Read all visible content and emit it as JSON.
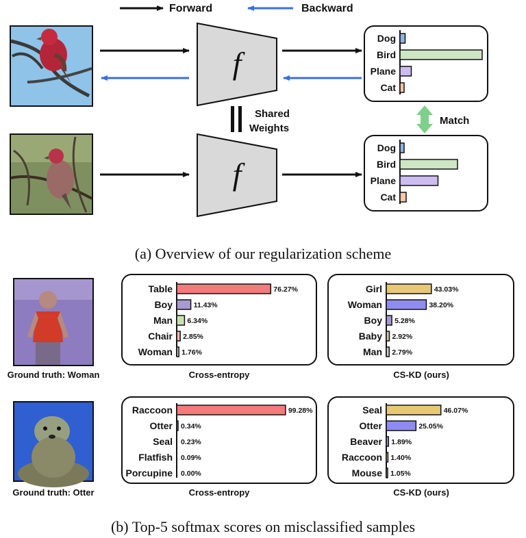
{
  "legend": {
    "forward": "Forward",
    "backward": "Backward"
  },
  "colors": {
    "forward_arrow": "#111111",
    "backward_arrow": "#3a6fe0",
    "match_arrow": "#7fd08a",
    "dog_bar": "#8fb4e3",
    "bird_bar": "#cde6c4",
    "plane_bar": "#cdbcf0",
    "cat_bar": "#f6c8a8",
    "ce_top_bar": "#f07c7c",
    "kd_top_bar": "#e6c878",
    "kd_second_bar": "#8f8cf0",
    "network_fill": "#d9d9d9"
  },
  "overview": {
    "function_symbol": "f",
    "shared_weights": [
      "Shared",
      "Weights"
    ],
    "match_label": "Match",
    "top_scores": [
      {
        "label": "Dog",
        "value": 0.05
      },
      {
        "label": "Bird",
        "value": 0.8
      },
      {
        "label": "Plane",
        "value": 0.11
      },
      {
        "label": "Cat",
        "value": 0.04
      }
    ],
    "bottom_scores": [
      {
        "label": "Dog",
        "value": 0.04
      },
      {
        "label": "Bird",
        "value": 0.56
      },
      {
        "label": "Plane",
        "value": 0.37
      },
      {
        "label": "Cat",
        "value": 0.06
      }
    ],
    "caption": "(a)  Overview of our regularization scheme"
  },
  "samples": [
    {
      "ground_truth": "Ground truth: Woman",
      "cross_entropy": {
        "title": "Cross-entropy",
        "bars": [
          {
            "label": "Table",
            "value": 76.27,
            "display": "76.27%"
          },
          {
            "label": "Boy",
            "value": 11.43,
            "display": "11.43%"
          },
          {
            "label": "Man",
            "value": 6.34,
            "display": "6.34%"
          },
          {
            "label": "Chair",
            "value": 2.85,
            "display": "2.85%"
          },
          {
            "label": "Woman",
            "value": 1.76,
            "display": "1.76%"
          }
        ]
      },
      "cs_kd": {
        "title": "CS-KD (ours)",
        "bars": [
          {
            "label": "Girl",
            "value": 43.03,
            "display": "43.03%"
          },
          {
            "label": "Woman",
            "value": 38.2,
            "display": "38.20%"
          },
          {
            "label": "Boy",
            "value": 5.28,
            "display": "5.28%"
          },
          {
            "label": "Baby",
            "value": 2.92,
            "display": "2.92%"
          },
          {
            "label": "Man",
            "value": 2.79,
            "display": "2.79%"
          }
        ]
      }
    },
    {
      "ground_truth": "Ground truth: Otter",
      "cross_entropy": {
        "title": "Cross-entropy",
        "bars": [
          {
            "label": "Raccoon",
            "value": 99.28,
            "display": "99.28%"
          },
          {
            "label": "Otter",
            "value": 0.34,
            "display": "0.34%"
          },
          {
            "label": "Seal",
            "value": 0.23,
            "display": "0.23%"
          },
          {
            "label": "Flatfish",
            "value": 0.09,
            "display": "0.09%"
          },
          {
            "label": "Porcupine",
            "value": 0.0,
            "display": "0.00%"
          }
        ]
      },
      "cs_kd": {
        "title": "CS-KD (ours)",
        "bars": [
          {
            "label": "Seal",
            "value": 46.07,
            "display": "46.07%"
          },
          {
            "label": "Otter",
            "value": 25.05,
            "display": "25.05%"
          },
          {
            "label": "Beaver",
            "value": 1.89,
            "display": "1.89%"
          },
          {
            "label": "Raccoon",
            "value": 1.4,
            "display": "1.40%"
          },
          {
            "label": "Mouse",
            "value": 1.05,
            "display": "1.05%"
          }
        ]
      }
    }
  ],
  "bottom_caption": "(b)  Top-5 softmax scores on misclassified samples"
}
